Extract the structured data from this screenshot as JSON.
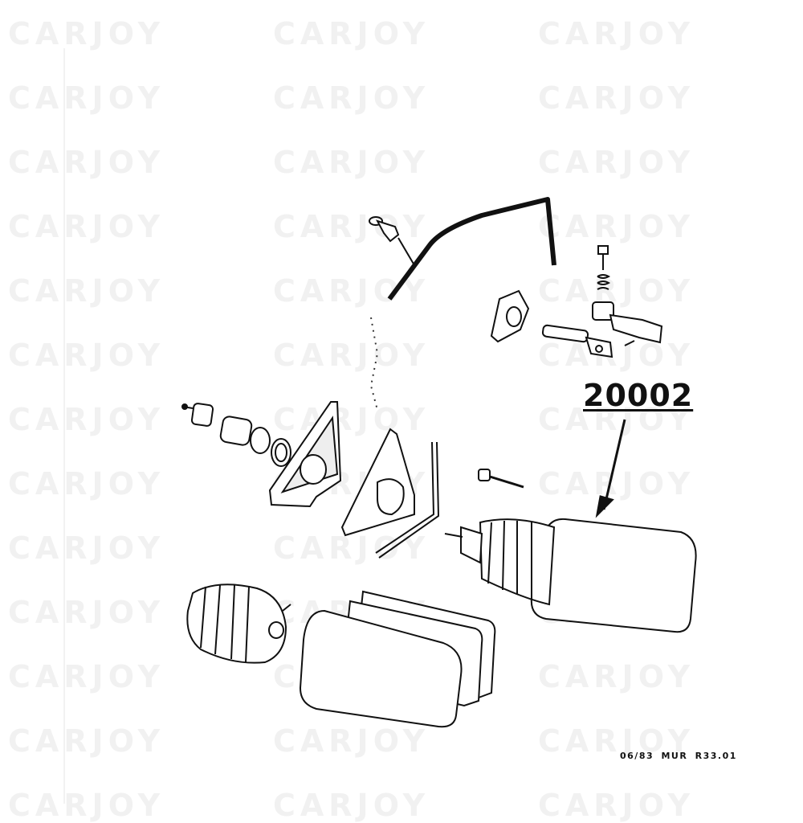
{
  "watermark": {
    "text": "CARJOY"
  },
  "diagram": {
    "part_number": "20002",
    "footer_code": "06/83 MUR R33.01"
  }
}
